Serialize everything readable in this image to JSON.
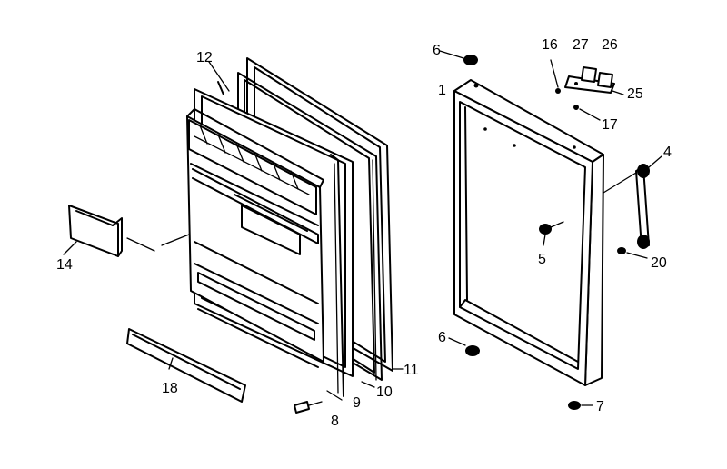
{
  "callouts": [
    {
      "id": "c12",
      "text": "12"
    },
    {
      "id": "c14",
      "text": "14"
    },
    {
      "id": "c18",
      "text": "18"
    },
    {
      "id": "c8",
      "text": "8"
    },
    {
      "id": "c9",
      "text": "9"
    },
    {
      "id": "c10",
      "text": "10"
    },
    {
      "id": "c11",
      "text": "11"
    },
    {
      "id": "c6a",
      "text": "6"
    },
    {
      "id": "c6b",
      "text": "6"
    },
    {
      "id": "c1",
      "text": "1"
    },
    {
      "id": "c16",
      "text": "16"
    },
    {
      "id": "c27",
      "text": "27"
    },
    {
      "id": "c26",
      "text": "26"
    },
    {
      "id": "c25",
      "text": "25"
    },
    {
      "id": "c17",
      "text": "17"
    },
    {
      "id": "c4",
      "text": "4"
    },
    {
      "id": "c5",
      "text": "5"
    },
    {
      "id": "c20",
      "text": "20"
    },
    {
      "id": "c7",
      "text": "7"
    }
  ]
}
